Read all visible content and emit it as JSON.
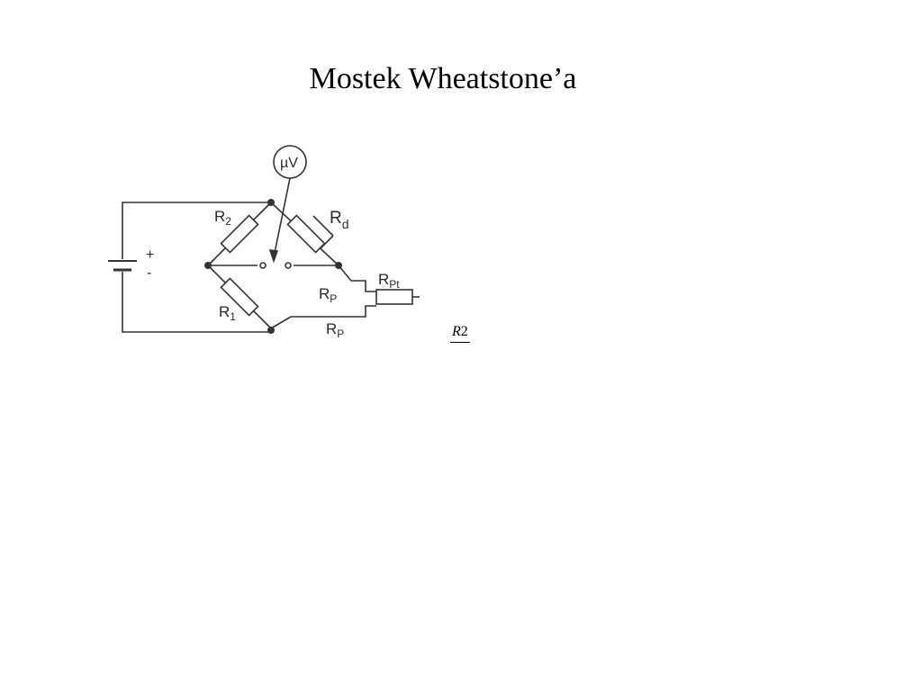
{
  "slide": {
    "title": "Mostek Wheatstone’a"
  },
  "diagram": {
    "meter_label": "µV",
    "resistors": {
      "r2": {
        "main": "R",
        "sub": "2"
      },
      "rd": {
        "main": "R",
        "sub": "d"
      },
      "r1": {
        "main": "R",
        "sub": "1"
      },
      "rp_top": {
        "main": "R",
        "sub": "P"
      },
      "rp_bottom": {
        "main": "R",
        "sub": "P"
      },
      "rpt": {
        "main": "R",
        "sub": "Pt"
      }
    },
    "battery": {
      "plus": "+",
      "minus": "-"
    }
  },
  "formula": {
    "var": "R",
    "index": "2"
  }
}
